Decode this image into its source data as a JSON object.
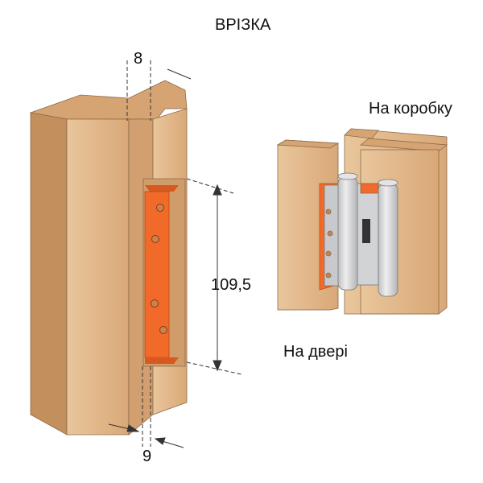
{
  "title": "ВРІЗКА",
  "dimensions": {
    "top": "8",
    "height": "109,5",
    "bottom": "9"
  },
  "labels": {
    "frame": "На коробку",
    "door": "На двері"
  },
  "colors": {
    "wood_front": "#e3b98c",
    "wood_side": "#c99866",
    "wood_top": "#d8a878",
    "plate": "#f26a2a",
    "hinge": "#d7d7d9"
  }
}
